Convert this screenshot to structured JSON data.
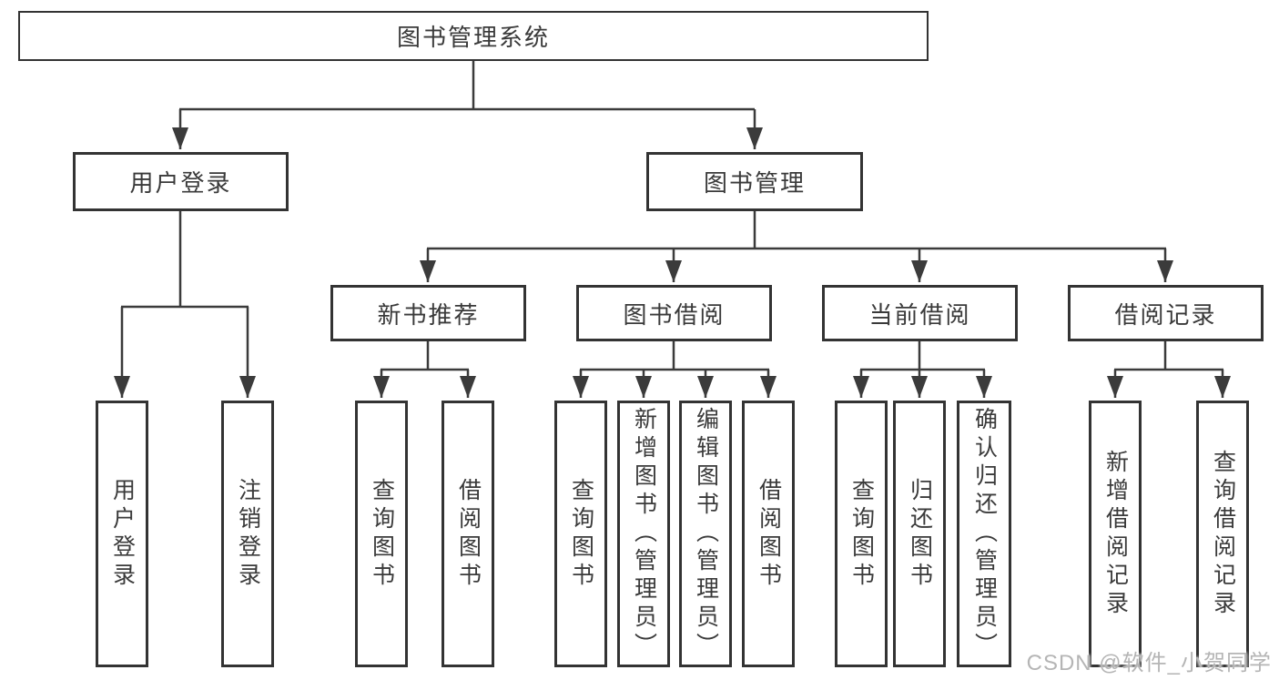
{
  "root": {
    "label": "图书管理系统"
  },
  "branches": [
    {
      "label": "用户登录"
    },
    {
      "label": "图书管理"
    }
  ],
  "modules": [
    {
      "label": "新书推荐"
    },
    {
      "label": "图书借阅"
    },
    {
      "label": "当前借阅"
    },
    {
      "label": "借阅记录"
    }
  ],
  "leaves": [
    {
      "label": "用户登录"
    },
    {
      "label": "注销登录"
    },
    {
      "label": "查询图书"
    },
    {
      "label": "借阅图书"
    },
    {
      "label": "查询图书"
    },
    {
      "label": "新增图书（管理员）"
    },
    {
      "label": "编辑图书（管理员）"
    },
    {
      "label": "借阅图书"
    },
    {
      "label": "查询图书"
    },
    {
      "label": "归还图书"
    },
    {
      "label": "确认归还（管理员）"
    },
    {
      "label": "新增借阅记录"
    },
    {
      "label": "查询借阅记录"
    }
  ],
  "watermark": {
    "text": "CSDN @软件_小贺同学"
  },
  "colors": {
    "line": "#3b3b3b",
    "border": "#333333",
    "text": "#3a3a3a",
    "background": "#ffffff",
    "watermark": "#b5b5b5"
  }
}
